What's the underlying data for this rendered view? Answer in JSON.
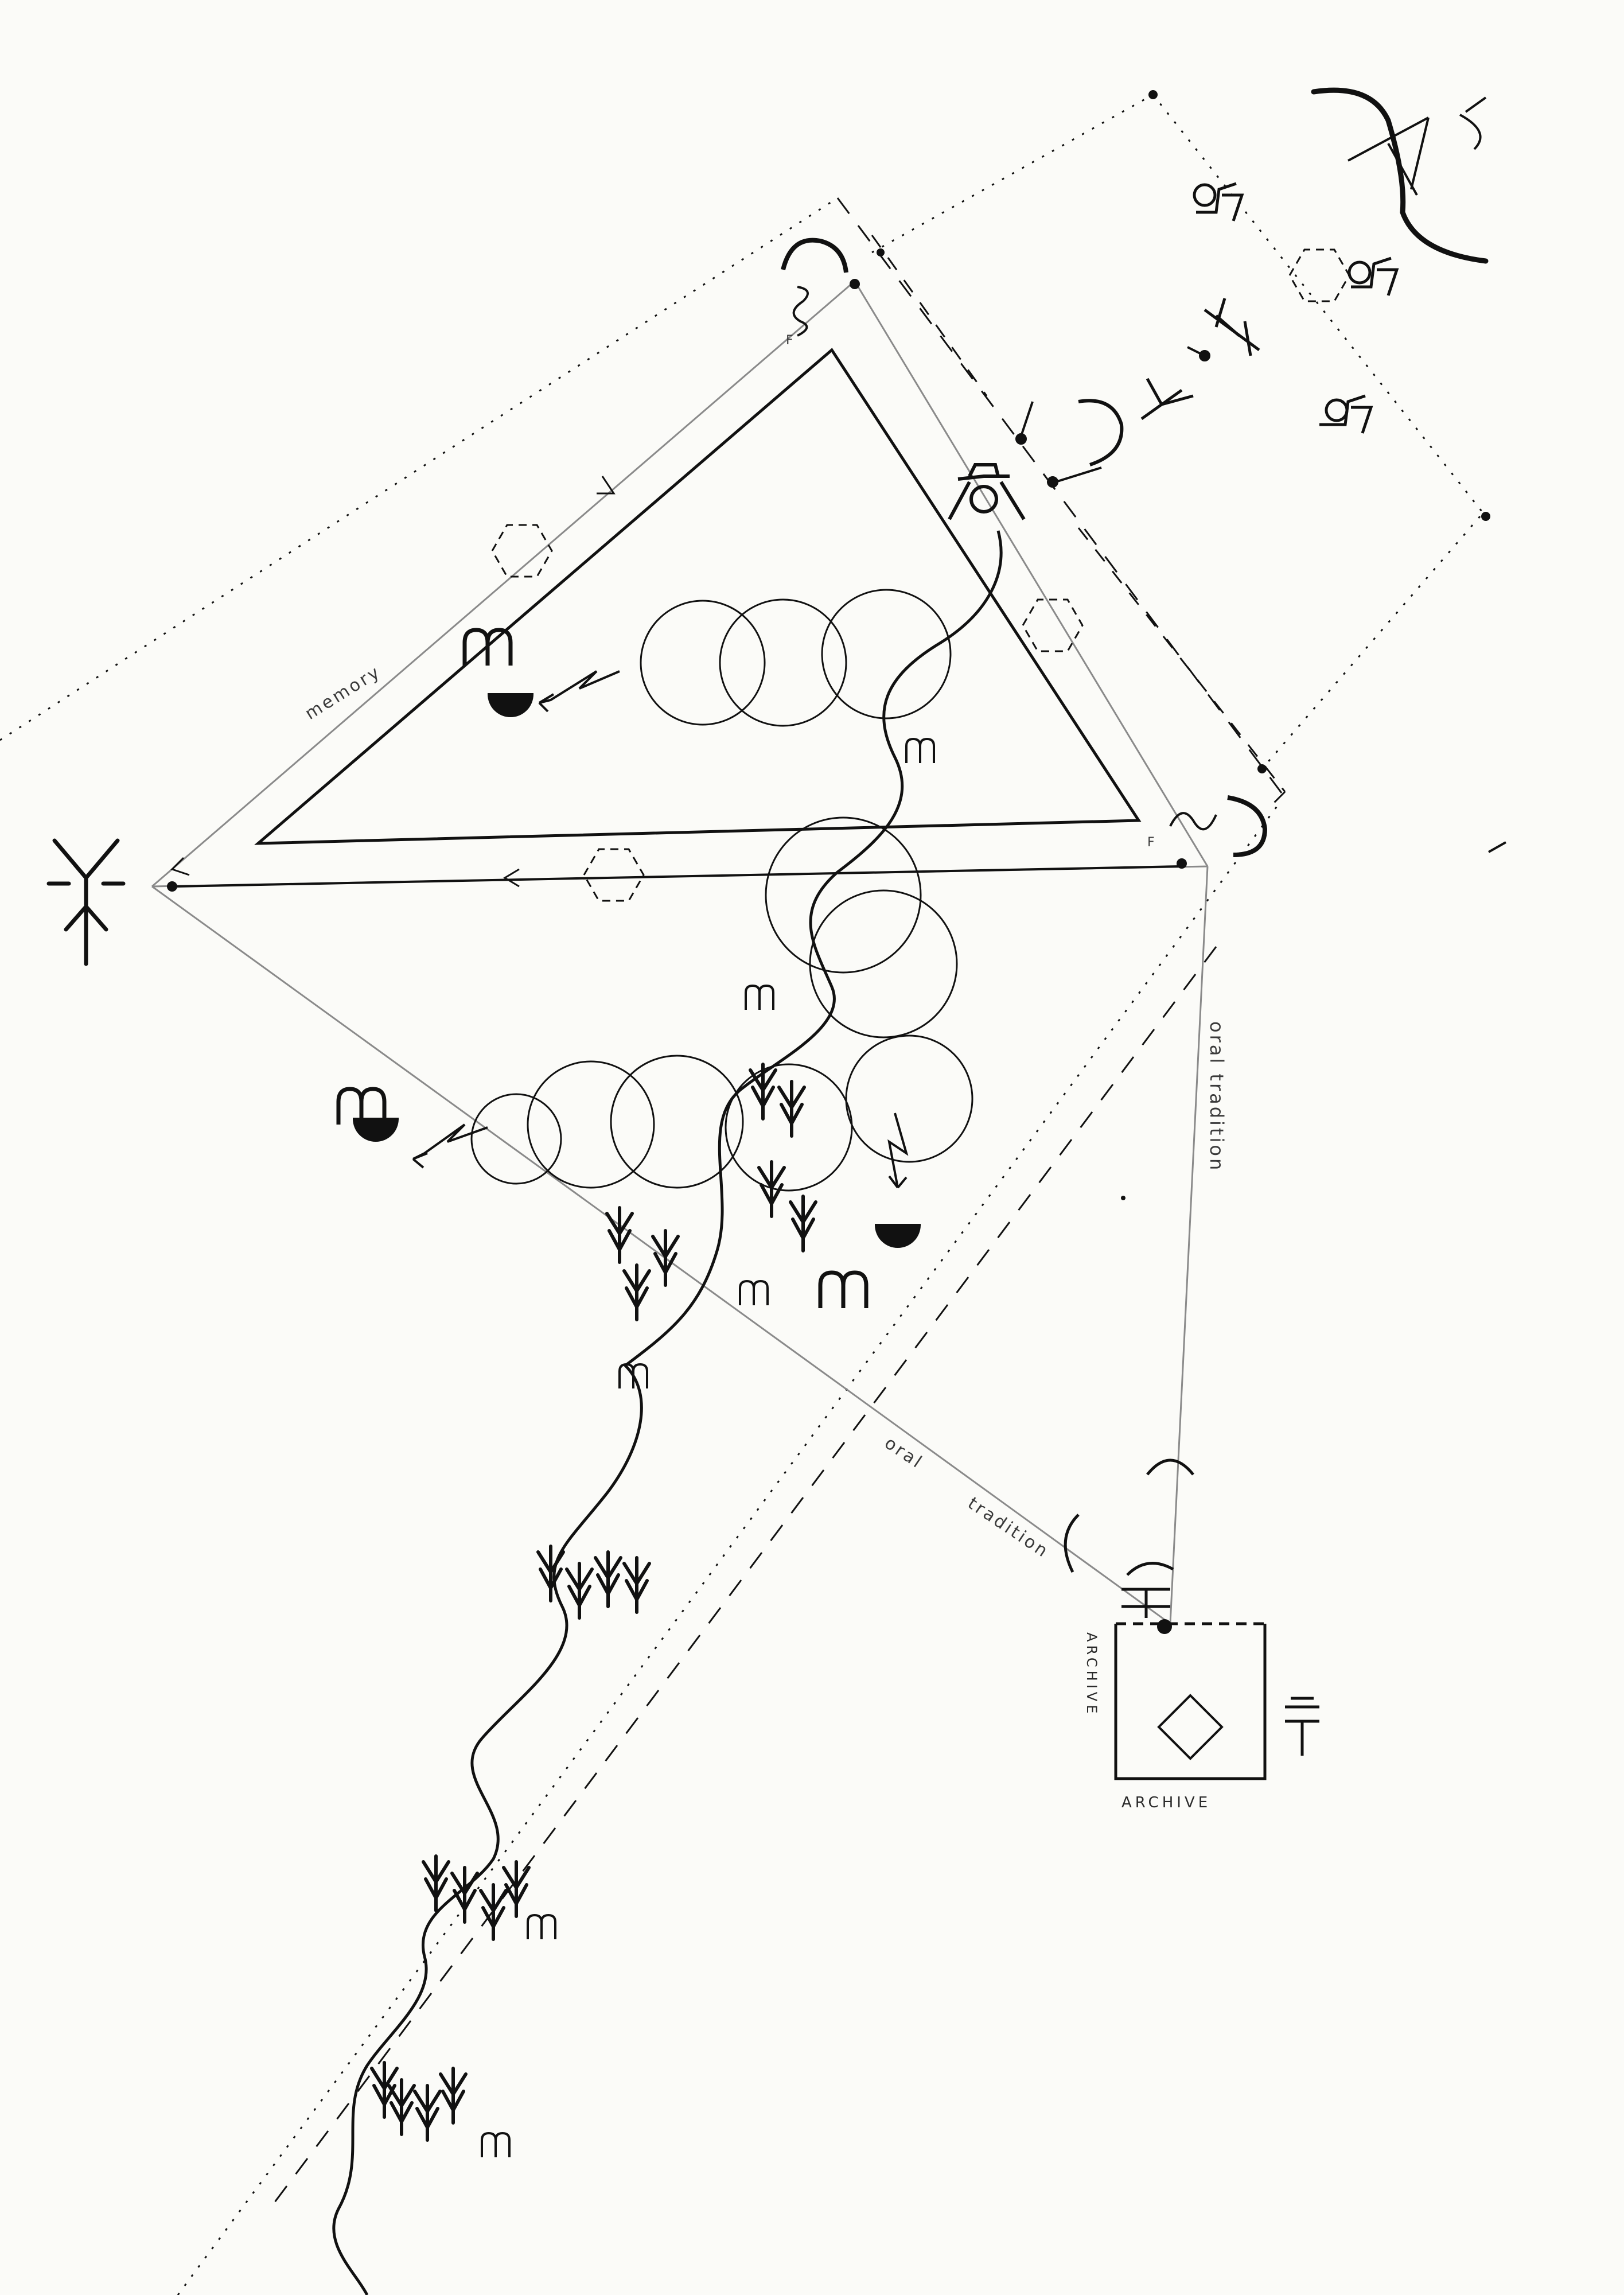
{
  "labels": {
    "memory": "memory",
    "oral_tradition_right": "oral tradition",
    "oral_tradition_lower_1": "oral",
    "oral_tradition_lower_2": "tradition",
    "archive_vertical": "ARCHIVE",
    "archive_bottom": "ARCHIVE",
    "f_top": "F",
    "f_right": "F"
  },
  "colors": {
    "ink": "#111111",
    "pencil": "#8a8a8a",
    "paper": "#fbfbf8"
  },
  "icons": [
    "fork-root-glyph",
    "hexagon-icon",
    "bell-person-icon",
    "half-moon-icon",
    "arc-icon",
    "tree-sprout-icon",
    "spring-icon",
    "diamond-icon",
    "seated-figure-icon",
    "antenna-icon"
  ]
}
